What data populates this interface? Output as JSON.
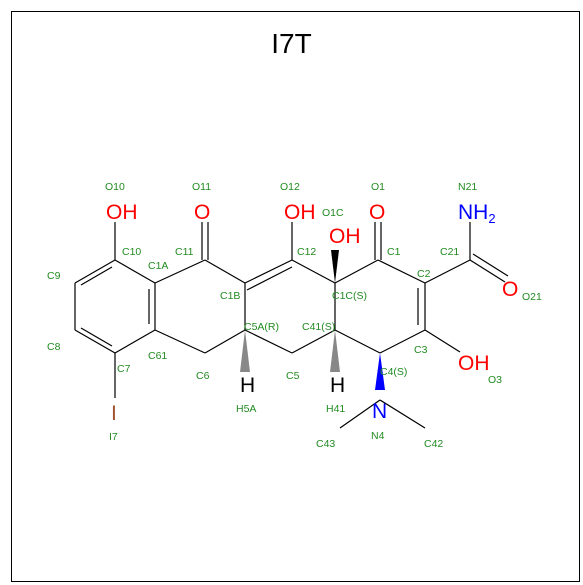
{
  "title": "I7T",
  "colors": {
    "bond": "#000000",
    "atom_label": "#228B22",
    "oxygen": "#FF0000",
    "nitrogen": "#0000FF",
    "iodine": "#A0522D",
    "hydrogen": "#000000",
    "wedge_dark": "#000000",
    "wedge_hash": "#888888"
  },
  "heteroatoms": {
    "oh_c10": "OH",
    "o_c11": "O",
    "oh_c12": "OH",
    "oh_c1c": "OH",
    "o_c1": "O",
    "nh2": "NH",
    "nh2_sub": "2",
    "o_c21": "O",
    "oh_c3": "OH",
    "n4": "N",
    "i7": "I",
    "h5a": "H",
    "h41": "H"
  },
  "atom_labels": {
    "O10": "O10",
    "O11": "O11",
    "O12": "O12",
    "O1": "O1",
    "N21": "N21",
    "O1C": "O1C",
    "C10": "C10",
    "C11": "C11",
    "C12": "C12",
    "C1": "C1",
    "C21": "C21",
    "C1A": "C1A",
    "C9": "C9",
    "C2": "C2",
    "O21": "O21",
    "C1B": "C1B",
    "C1C": "C1C(S)",
    "C5A": "C5A(R)",
    "C41": "C41(S)",
    "C8": "C8",
    "C61": "C61",
    "C3": "C3",
    "C7": "C7",
    "C6": "C6",
    "C5": "C5",
    "C4": "C4(S)",
    "O3": "O3",
    "H5A": "H5A",
    "H41": "H41",
    "N4": "N4",
    "I7": "I7",
    "C43": "C43",
    "C42": "C42"
  }
}
